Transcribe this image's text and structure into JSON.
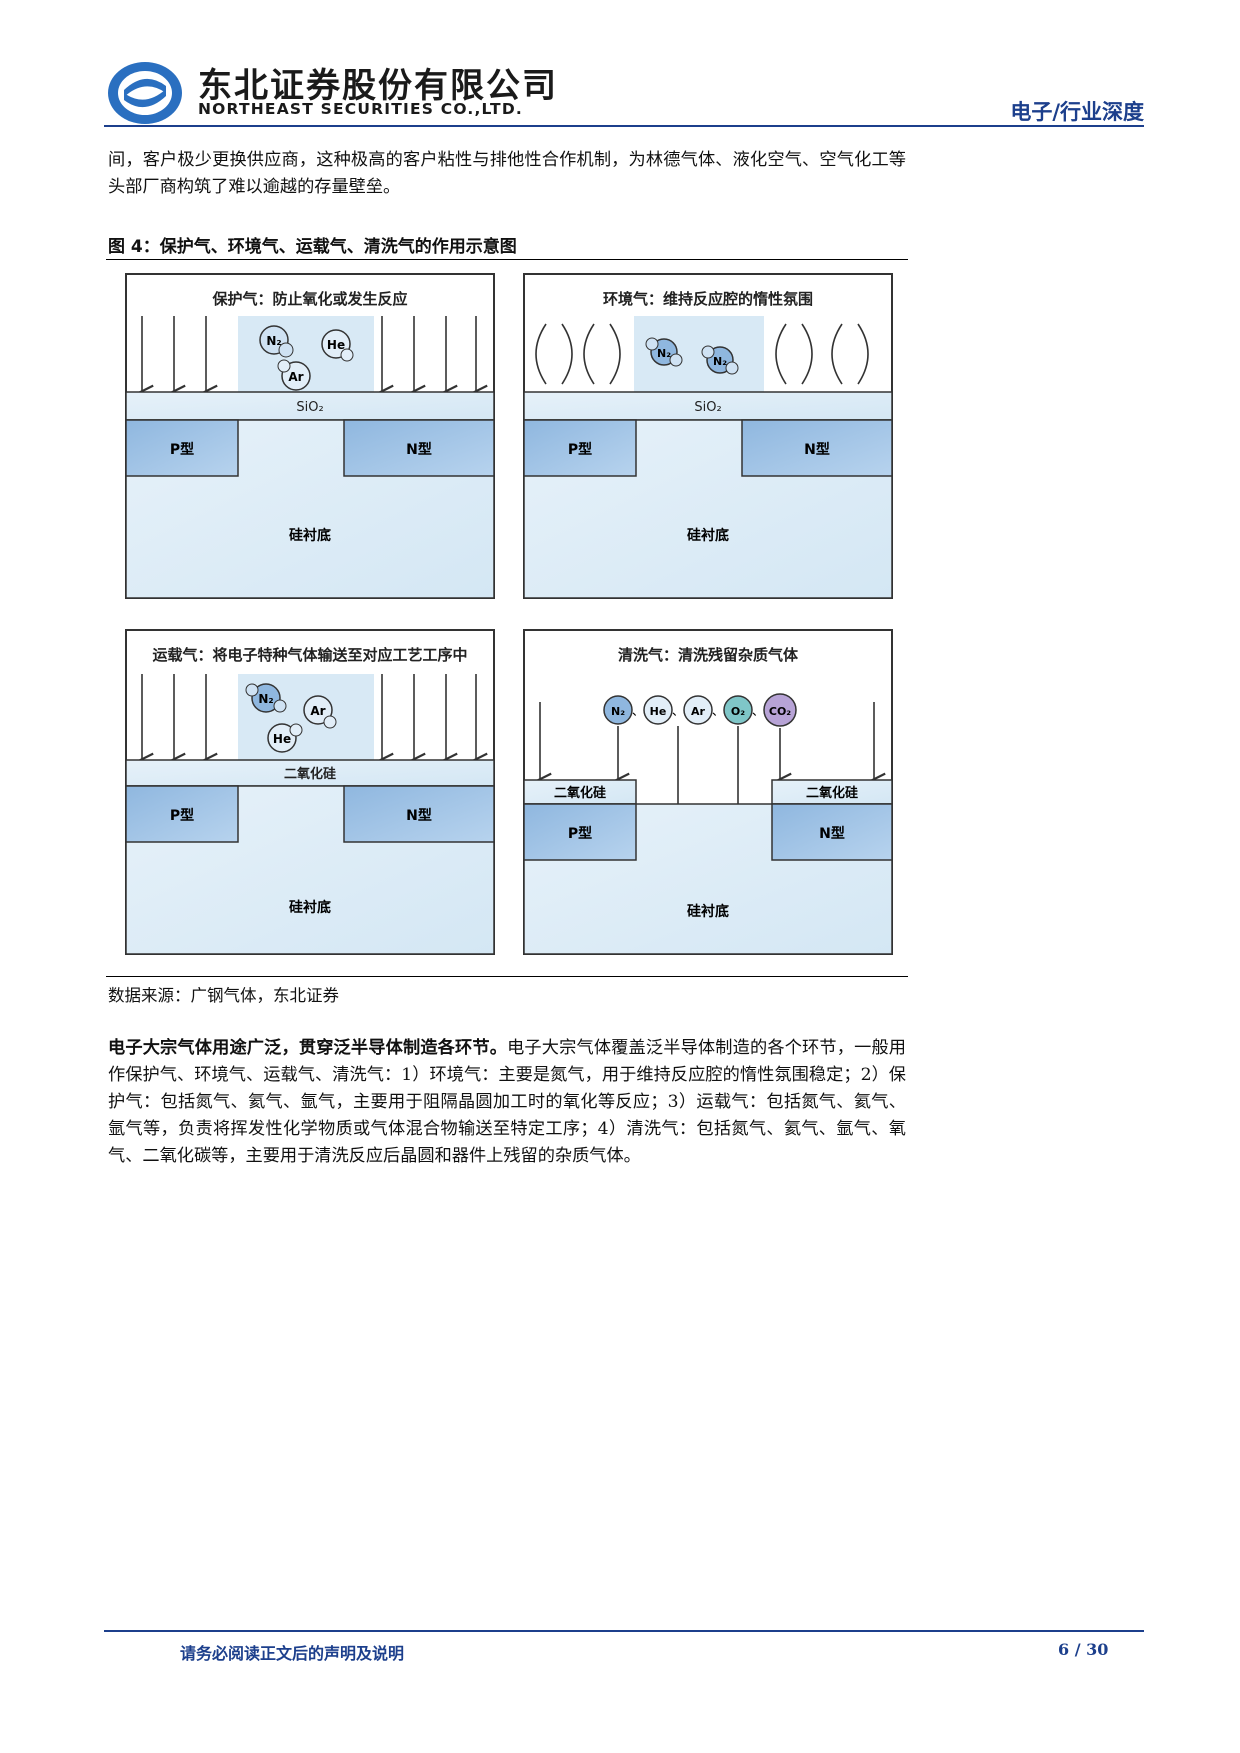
{
  "header": {
    "company_cn": "东北证券股份有限公司",
    "company_en": "NORTHEAST SECURITIES CO.,LTD.",
    "category": "电子/行业深度"
  },
  "intro_text": "间，客户极少更换供应商，这种极高的客户粘性与排他性合作机制，为林德气体、液化空气、空气化工等头部厂商构筑了难以逾越的存量壁垒。",
  "figure": {
    "title": "图 4：保护气、环境气、运载气、清洗气的作用示意图",
    "panels": {
      "protect": {
        "title": "保护气：防止氧化或发生反应",
        "layer": "SiO₂",
        "p": "P型",
        "n": "N型",
        "substrate": "硅衬底",
        "gases": [
          "N₂",
          "He",
          "Ar"
        ]
      },
      "env": {
        "title": "环境气：维持反应腔的惰性氛围",
        "layer": "SiO₂",
        "p": "P型",
        "n": "N型",
        "substrate": "硅衬底",
        "gases": [
          "N₂",
          "N₂"
        ]
      },
      "carrier": {
        "title": "运载气：将电子特种气体输送至对应工艺工序中",
        "layer": "二氧化硅",
        "p": "P型",
        "n": "N型",
        "substrate": "硅衬底",
        "gases": [
          "N₂",
          "Ar",
          "He"
        ]
      },
      "clean": {
        "title": "清洗气：清洗残留杂质气体",
        "layer_left": "二氧化硅",
        "layer_right": "二氧化硅",
        "p": "P型",
        "n": "N型",
        "substrate": "硅衬底",
        "gases": [
          "N₂",
          "He",
          "Ar",
          "O₂",
          "CO₂"
        ],
        "separator": "、"
      }
    },
    "source": "数据来源：广钢气体，东北证券"
  },
  "body": {
    "lead": "电子大宗气体用途广泛，贯穿泛半导体制造各环节。",
    "text": "电子大宗气体覆盖泛半导体制造的各个环节，一般用作保护气、环境气、运载气、清洗气：1）环境气：主要是氮气，用于维持反应腔的惰性氛围稳定；2）保护气：包括氮气、氦气、氩气，主要用于阻隔晶圆加工时的氧化等反应；3）运载气：包括氮气、氦气、氩气等，负责将挥发性化学物质或气体混合物输送至特定工序；4）清洗气：包括氮气、氦气、氩气、氧气、二氧化碳等，主要用于清洗反应后晶圆和器件上残留的杂质气体。"
  },
  "footer": {
    "note": "请务必阅读正文后的声明及说明",
    "page": "6 / 30"
  },
  "colors": {
    "brand_blue": "#1c3f8c",
    "logo_blue": "#2a6fc0"
  }
}
